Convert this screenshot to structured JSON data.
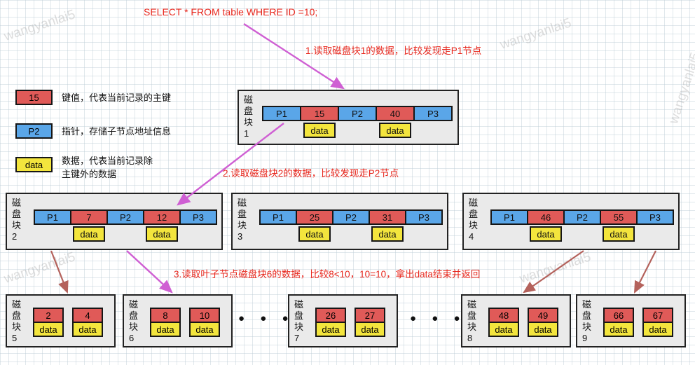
{
  "query": "SELECT * FROM table WHERE ID =10;",
  "steps": {
    "s1": "1.读取磁盘块1的数据，比较发现走P1节点",
    "s2": "2.读取磁盘块2的数据，比较发现走P2节点",
    "s3": "3.读取叶子节点磁盘块6的数据，比较8<10，10=10，拿出data结束并返回"
  },
  "legend": {
    "key": {
      "sample": "15",
      "desc": "键值，代表当前记录的主键"
    },
    "pointer": {
      "sample": "P2",
      "desc": "指针，存储子节点地址信息"
    },
    "data": {
      "sample": "data",
      "desc": "数据，代表当前记录除\n主键外的数据"
    }
  },
  "data_label": "data",
  "ellipsis": "● ● ●",
  "internal_blocks": [
    {
      "label": "磁盘块1",
      "cells": [
        "P1",
        "15",
        "P2",
        "40",
        "P3"
      ]
    },
    {
      "label": "磁盘块2",
      "cells": [
        "P1",
        "7",
        "P2",
        "12",
        "P3"
      ]
    },
    {
      "label": "磁盘块3",
      "cells": [
        "P1",
        "25",
        "P2",
        "31",
        "P3"
      ]
    },
    {
      "label": "磁盘块4",
      "cells": [
        "P1",
        "46",
        "P2",
        "55",
        "P3"
      ]
    }
  ],
  "leaf_blocks": [
    {
      "label": "磁盘块5",
      "keys": [
        "2",
        "4"
      ]
    },
    {
      "label": "磁盘块6",
      "keys": [
        "8",
        "10"
      ]
    },
    {
      "label": "磁盘块7",
      "keys": [
        "26",
        "27"
      ]
    },
    {
      "label": "磁盘块8",
      "keys": [
        "48",
        "49"
      ]
    },
    {
      "label": "磁盘块9",
      "keys": [
        "66",
        "67"
      ]
    }
  ],
  "watermark": "wangyanlai5",
  "colors": {
    "key_cell": "#e05a58",
    "pointer_cell": "#5aa6e8",
    "data_cell": "#f3e53d",
    "block_bg": "#eaeaea",
    "annotation_red": "#e8281e",
    "arrow_magenta": "#cf5fd3",
    "arrow_brown": "#b4625c"
  }
}
